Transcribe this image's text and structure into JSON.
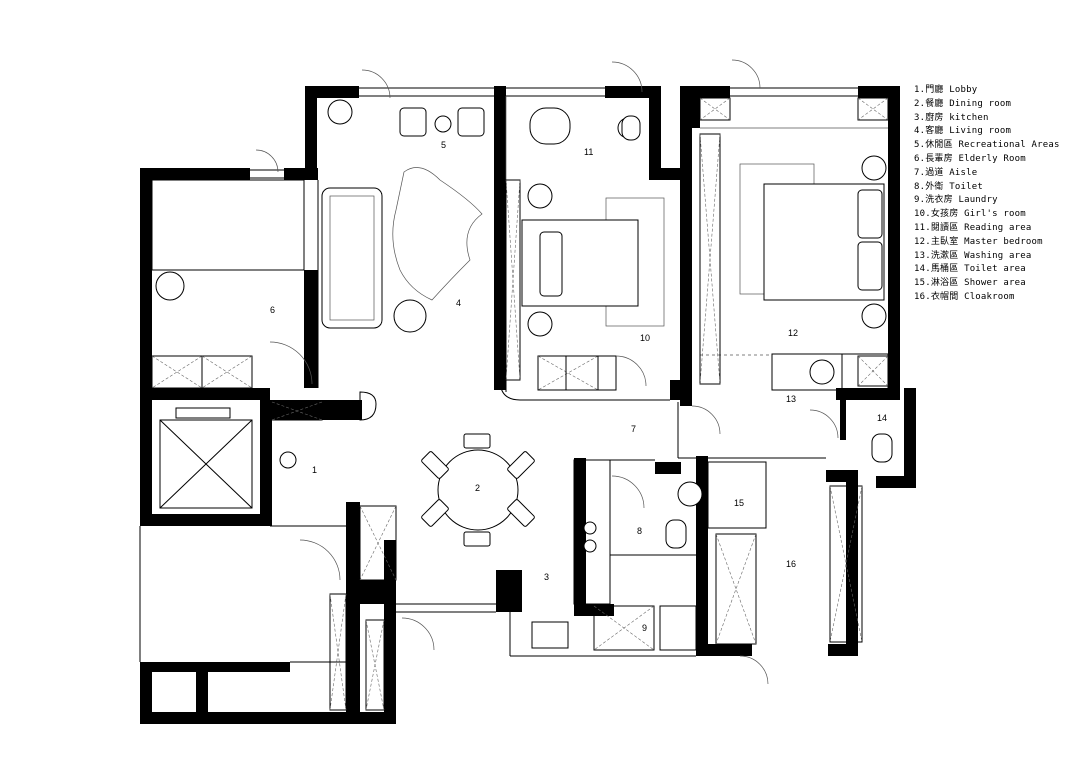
{
  "rooms": [
    {
      "num": "1"
    },
    {
      "num": "2"
    },
    {
      "num": "3"
    },
    {
      "num": "4"
    },
    {
      "num": "5"
    },
    {
      "num": "6"
    },
    {
      "num": "7"
    },
    {
      "num": "8"
    },
    {
      "num": "9"
    },
    {
      "num": "10"
    },
    {
      "num": "11"
    },
    {
      "num": "12"
    },
    {
      "num": "13"
    },
    {
      "num": "14"
    },
    {
      "num": "15"
    },
    {
      "num": "16"
    }
  ],
  "legend": [
    "1.門廳 Lobby",
    "2.餐廳 Dining room",
    "3.廚房 kitchen",
    "4.客廳 Living room",
    "5.休閒區 Recreational Areas",
    "6.長輩房 Elderly Room",
    "7.過道 Aisle",
    "8.外衛 Toilet",
    "9.洗衣房 Laundry",
    "10.女孩房 Girl's room",
    "11.閱讀區 Reading area",
    "12.主臥室 Master bedroom",
    "13.洗漱區 Washing area",
    "14.馬桶區 Toilet area",
    "15.淋浴區 Shower area",
    "16.衣帽間 Cloakroom"
  ]
}
